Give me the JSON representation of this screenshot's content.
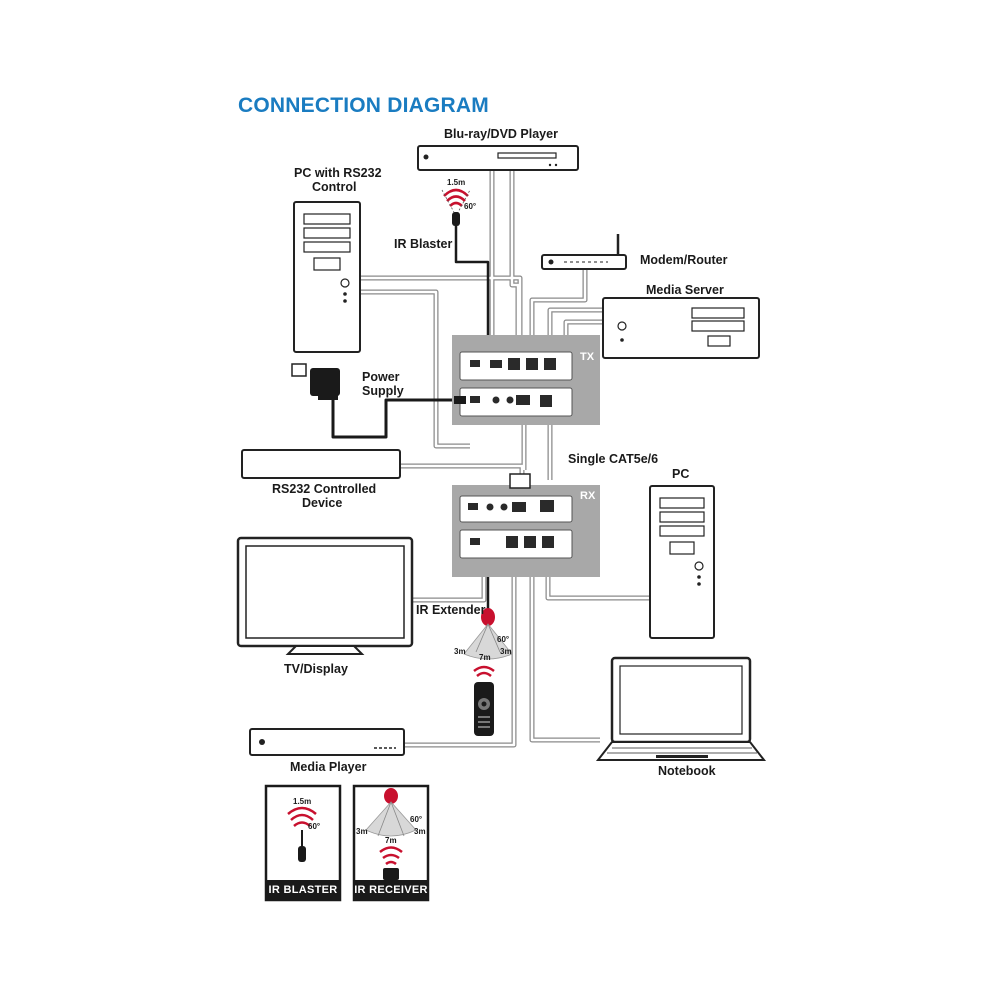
{
  "title": "CONNECTION DIAGRAM",
  "devices": {
    "bluray": "Blu-ray/DVD Player",
    "pc_rs232_line1": "PC with RS232",
    "pc_rs232_line2": "Control",
    "ir_blaster": "IR Blaster",
    "modem": "Modem/Router",
    "media_server": "Media Server",
    "power_line1": "Power",
    "power_line2": "Supply",
    "cat_cable": "Single CAT5e/6",
    "rs232_dev_line1": "RS232 Controlled",
    "rs232_dev_line2": "Device",
    "pc": "PC",
    "ir_extender": "IR Extender",
    "tv": "TV/Display",
    "media_player": "Media Player",
    "notebook": "Notebook"
  },
  "units": {
    "tx": "TX",
    "rx": "RX"
  },
  "ir_specs": {
    "blaster_range": "1.5m",
    "blaster_angle": "60°",
    "receiver_side": "3m",
    "receiver_center": "7m",
    "receiver_angle": "60°"
  },
  "legend": {
    "ir_blaster": "IR BLASTER",
    "ir_receiver": "IR RECEIVER"
  },
  "colors": {
    "title": "#1a7cc1",
    "unit_panel": "#a7a7a7",
    "ir_red": "#c8102e",
    "cable": "#777777"
  }
}
